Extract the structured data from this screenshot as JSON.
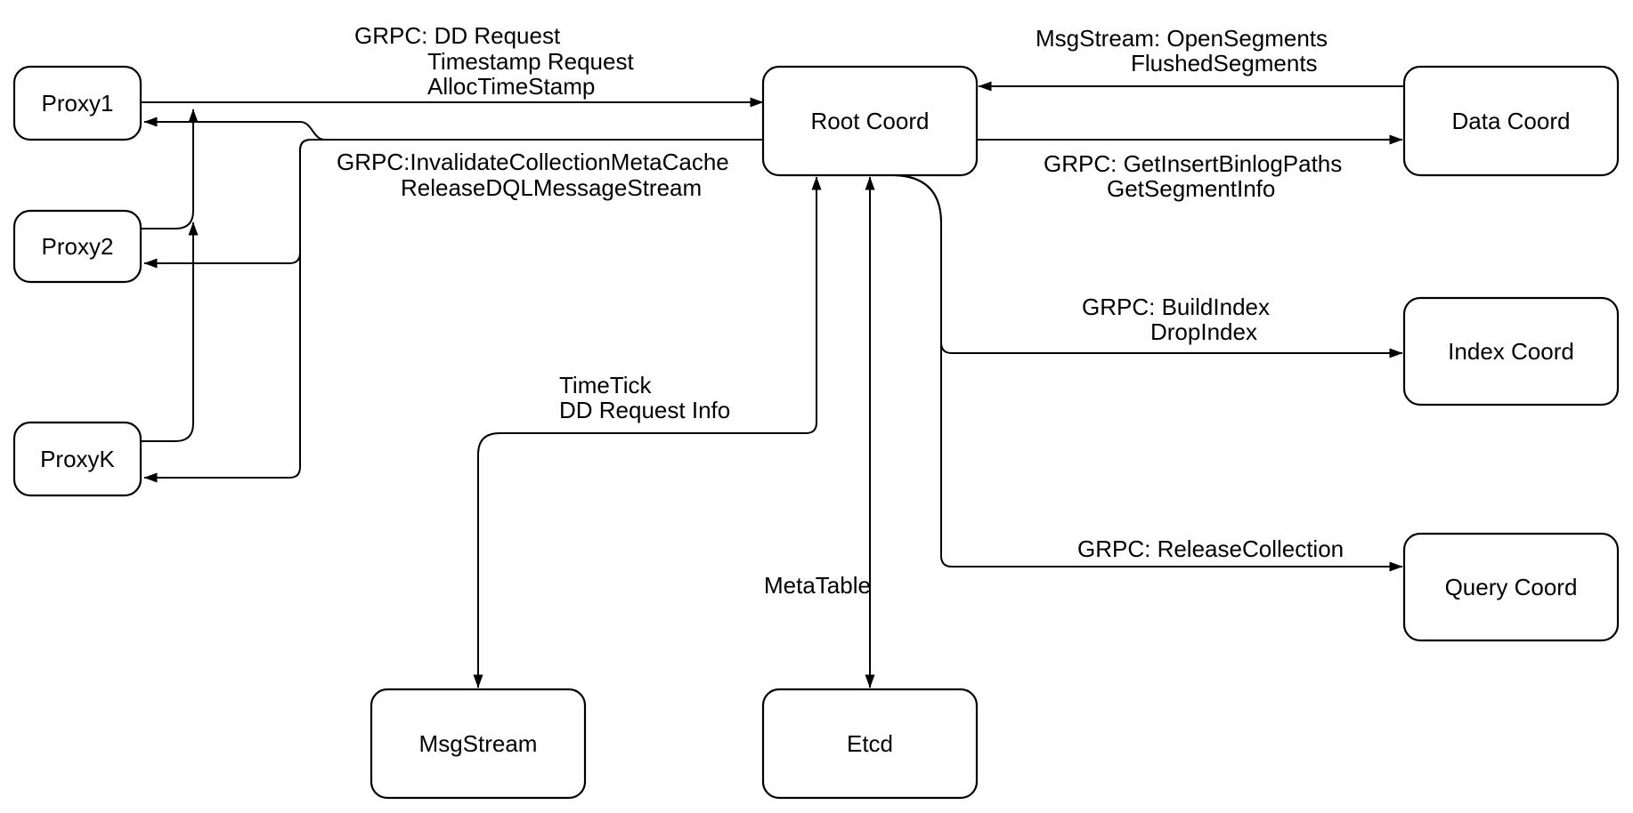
{
  "diagram": {
    "type": "architecture-diagram",
    "colors": {
      "background": "#ffffff",
      "node_fill": "#ffffff",
      "node_stroke": "#000000",
      "edge_color": "#000000",
      "text_color": "#000000"
    },
    "nodes": {
      "proxy1": {
        "label": "Proxy1"
      },
      "proxy2": {
        "label": "Proxy2"
      },
      "proxyk": {
        "label": "ProxyK"
      },
      "root_coord": {
        "label": "Root Coord"
      },
      "data_coord": {
        "label": "Data Coord"
      },
      "index_coord": {
        "label": "Index Coord"
      },
      "query_coord": {
        "label": "Query Coord"
      },
      "msgstream": {
        "label": "MsgStream"
      },
      "etcd": {
        "label": "Etcd"
      }
    },
    "edge_labels": {
      "proxies_to_root": [
        "GRPC: DD Request",
        "Timestamp Request",
        "AllocTimeStamp"
      ],
      "root_to_proxies": [
        "GRPC:InvalidateCollectionMetaCache",
        "ReleaseDQLMessageStream"
      ],
      "data_to_root": [
        "MsgStream: OpenSegments",
        "FlushedSegments"
      ],
      "root_to_data": [
        "GRPC: GetInsertBinlogPaths",
        "GetSegmentInfo"
      ],
      "root_to_index": [
        "GRPC: BuildIndex",
        "DropIndex"
      ],
      "root_to_query": [
        "GRPC: ReleaseCollection"
      ],
      "root_to_msgstream": [
        "TimeTick",
        "DD Request Info"
      ],
      "root_to_etcd": [
        "MetaTable"
      ]
    }
  }
}
